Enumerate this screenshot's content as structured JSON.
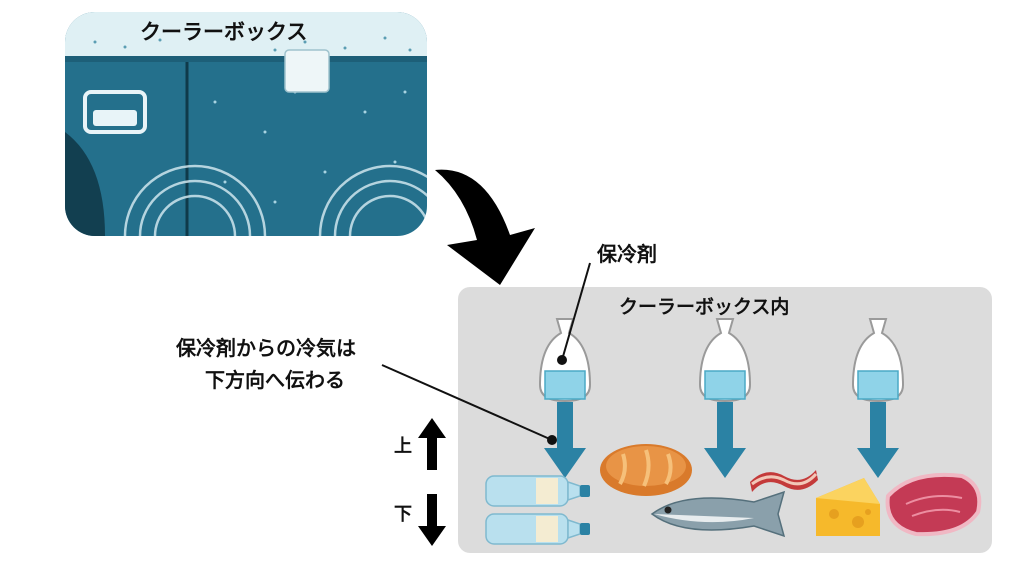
{
  "cooler_box": {
    "title": "クーラーボックス"
  },
  "interior": {
    "title": "クーラーボックス内"
  },
  "labels": {
    "ice_pack": "保冷剤",
    "cold_air_line1": "保冷剤からの冷気は",
    "cold_air_line2": "下方向へ伝わる",
    "up": "上",
    "down": "下"
  },
  "colors": {
    "box_blue": "#24708c",
    "box_light": "#dff0f4",
    "panel_gray": "#dcdcdc",
    "arrow_blue": "#2b82a4",
    "black": "#000000"
  },
  "items": [
    "water-bottles",
    "bread",
    "fish",
    "bacon",
    "cheese",
    "meat"
  ]
}
